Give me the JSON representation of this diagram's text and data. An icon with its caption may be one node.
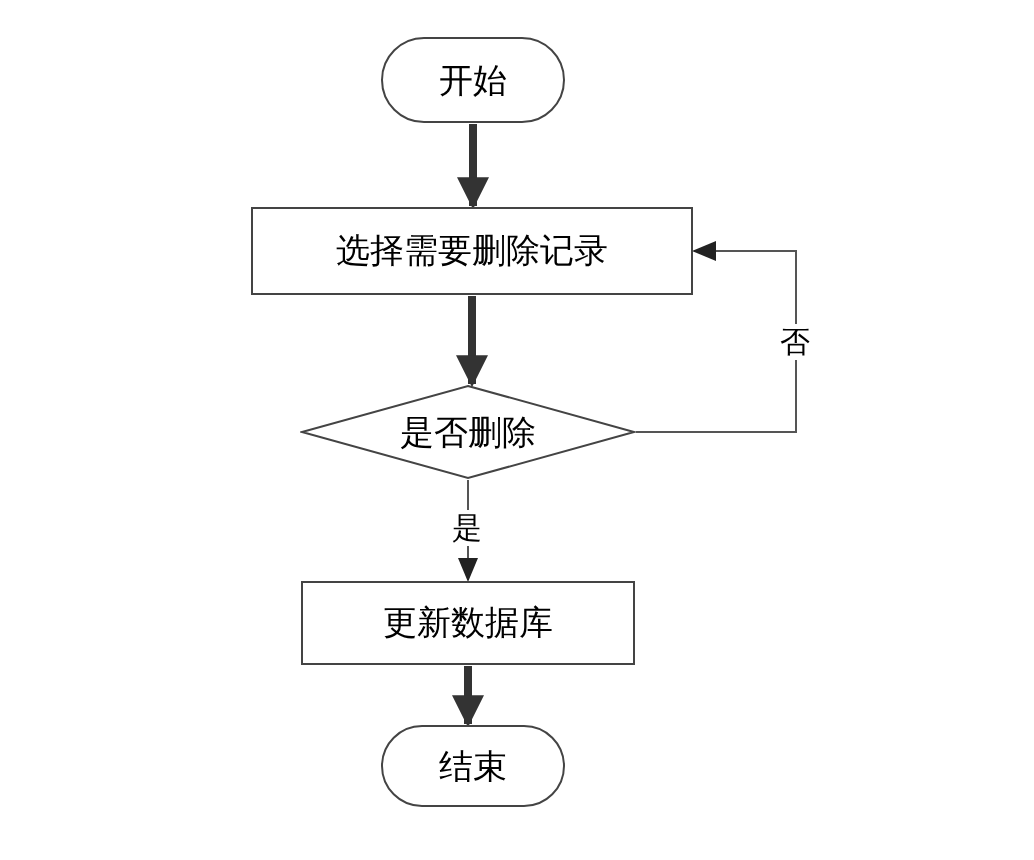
{
  "diagram": {
    "nodes": [
      {
        "text": [
          "开始"
        ]
      },
      {
        "text": [
          "选择需要删除记录"
        ]
      },
      {
        "text": [
          "是否删除"
        ]
      },
      {
        "text": [
          "更新数据库"
        ]
      },
      {
        "text": [
          "结束"
        ]
      }
    ],
    "edges": [
      {
        "from": 0,
        "to": 1,
        "arrow": "to"
      },
      {
        "from": 1,
        "to": 2,
        "arrow": "to"
      },
      {
        "from": 2,
        "to": 3,
        "arrow": "to",
        "label": "是"
      },
      {
        "from": 2,
        "to": 1,
        "arrow": "to",
        "label": "否"
      },
      {
        "from": 3,
        "to": 4,
        "arrow": "to"
      }
    ]
  }
}
